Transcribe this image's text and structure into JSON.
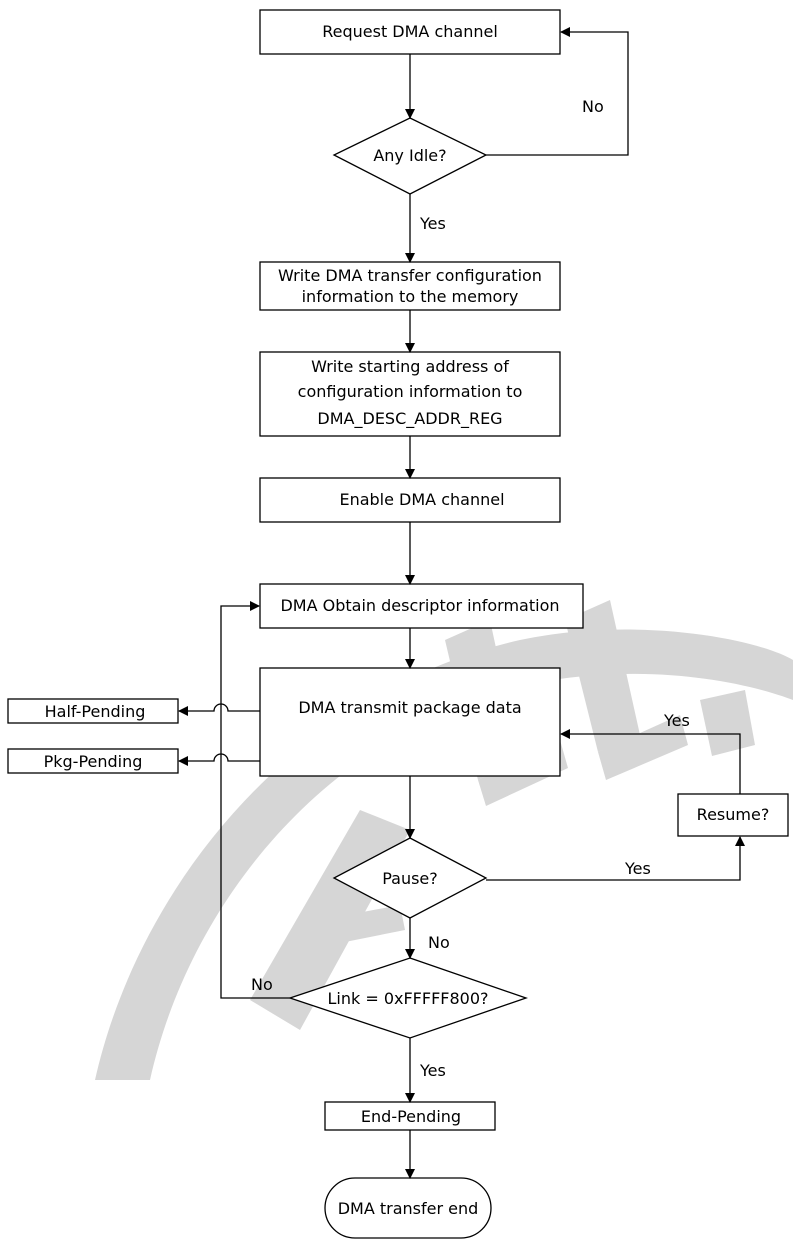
{
  "watermark": "ALLWINNER",
  "colors": {
    "stroke": "#000000",
    "watermark": "#d6d6d6"
  },
  "nodes": {
    "request": "Request DMA channel",
    "idle": "Any Idle?",
    "write_cfg": [
      "Write DMA transfer configuration",
      "information to the memory"
    ],
    "write_addr": [
      "Write starting address of",
      "configuration information to",
      "DMA_DESC_ADDR_REG"
    ],
    "enable": "Enable DMA channel",
    "obtain": "DMA Obtain descriptor information",
    "transmit": "DMA  transmit  package data",
    "half_pending": "Half-Pending",
    "pkg_pending": "Pkg-Pending",
    "resume": "Resume?",
    "pause": "Pause?",
    "link": "Link = 0xFFFFF800?",
    "end_pending": "End-Pending",
    "end": "DMA transfer end"
  },
  "edges": {
    "idle_no": "No",
    "idle_yes": "Yes",
    "resume_yes": "Yes",
    "pause_yes": "Yes",
    "pause_no": "No",
    "link_no": "No",
    "link_yes": "Yes"
  }
}
